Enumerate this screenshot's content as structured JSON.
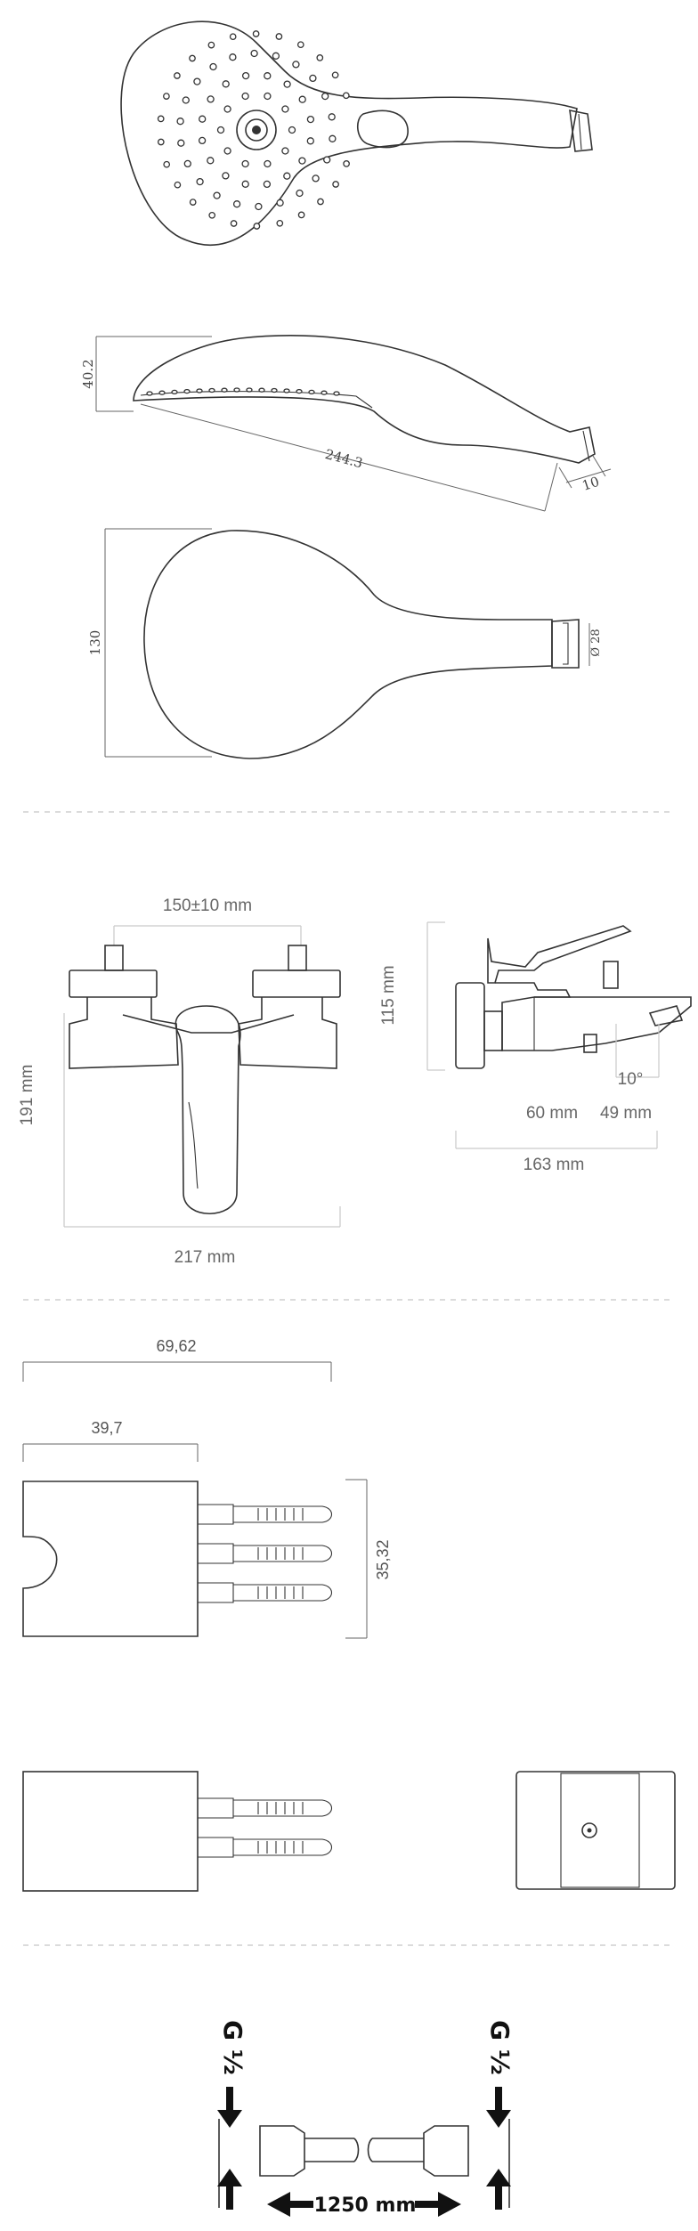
{
  "handshower": {
    "height_dim": "40.2",
    "length_dim": "244.3",
    "connector_dim": "10",
    "width_dim": "130",
    "diameter_dim": "Ø 28"
  },
  "faucet": {
    "center_distance": "150±10 mm",
    "height_front": "191 mm",
    "width_front": "217 mm",
    "height_side": "115 mm",
    "angle": "10°",
    "dim_a": "60 mm",
    "dim_b": "49 mm",
    "depth_side": "163 mm"
  },
  "holder": {
    "total_width": "69,62",
    "body_width": "39,7",
    "height": "35,32"
  },
  "hose": {
    "thread_left": "G ½",
    "thread_right": "G ½",
    "length": "1250 mm"
  },
  "colors": {
    "line": "#333333",
    "dimension_text": "#555555",
    "separator": "#cfcfcf",
    "arrow": "#111111"
  }
}
